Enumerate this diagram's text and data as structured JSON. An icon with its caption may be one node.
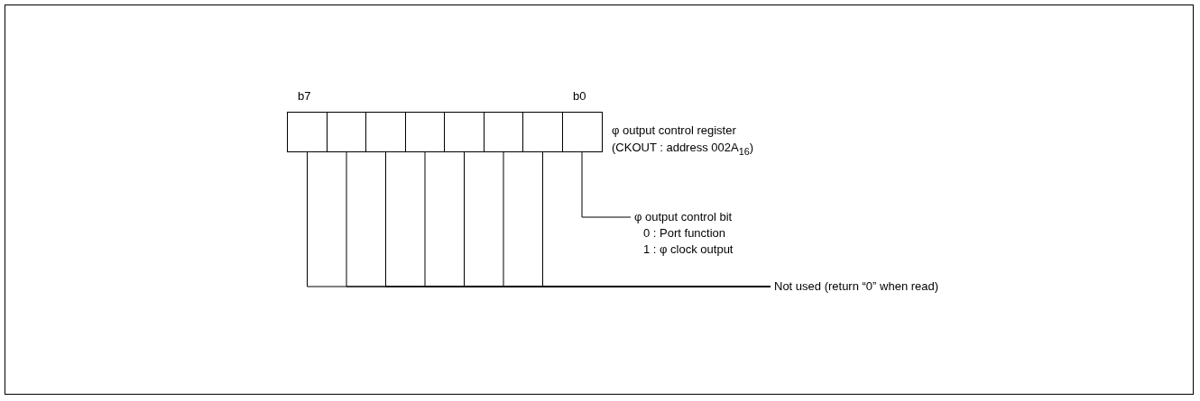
{
  "diagram": {
    "nodes": [
      {
        "text": [],
        "shape": "box"
      },
      {
        "text": [],
        "shape": "box"
      },
      {
        "text": [],
        "shape": "box"
      },
      {
        "text": [],
        "shape": "box"
      },
      {
        "text": [],
        "shape": "box"
      },
      {
        "text": [],
        "shape": "box"
      },
      {
        "text": [],
        "shape": "box"
      },
      {
        "text": [],
        "shape": "box"
      },
      {
        "text": [
          "φ output control bit",
          "0 : Port function",
          "1 : φ clock output"
        ]
      },
      {
        "text": [
          "Not used (return “0” when read)"
        ]
      }
    ],
    "edges": [
      {
        "from": 7,
        "to": 8,
        "arrow": "none"
      },
      {
        "from": 0,
        "to": 9,
        "arrow": "none"
      },
      {
        "from": 1,
        "to": 9,
        "arrow": "none"
      },
      {
        "from": 2,
        "to": 9,
        "arrow": "none"
      },
      {
        "from": 3,
        "to": 9,
        "arrow": "none"
      },
      {
        "from": 4,
        "to": 9,
        "arrow": "none"
      },
      {
        "from": 5,
        "to": 9,
        "arrow": "none"
      },
      {
        "from": 6,
        "to": 9,
        "arrow": "none"
      }
    ],
    "labels": [
      "b7",
      "b0",
      "φ output control register",
      "(CKOUT : address 002A$_{16}$)"
    ]
  }
}
